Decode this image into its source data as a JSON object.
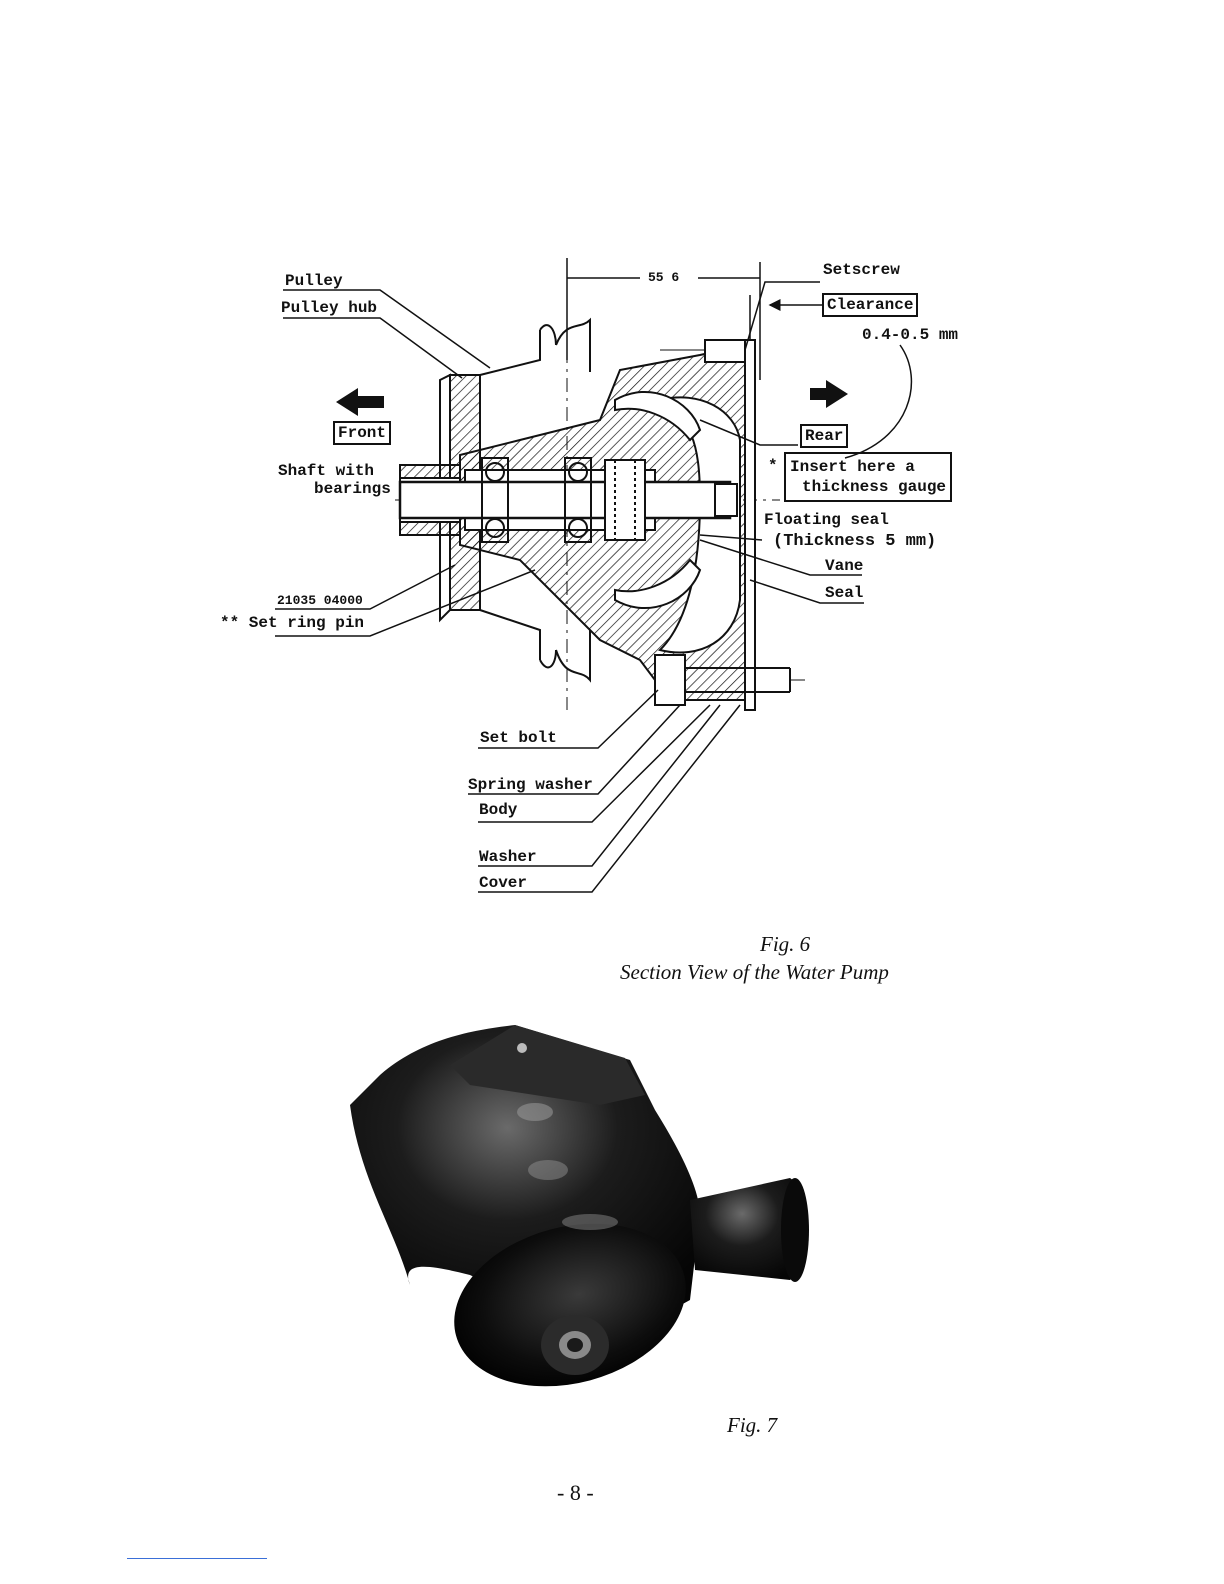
{
  "fig6": {
    "labels": {
      "pulley": "Pulley",
      "pulley_hub": "Pulley hub",
      "front": "Front",
      "shaft_with": "Shaft with",
      "bearings": "bearings",
      "part_no": "21035 04000",
      "set_ring_pin": "** Set ring pin",
      "dimension": "55 6",
      "setscrew": "Setscrew",
      "clearance": "Clearance",
      "clearance_value": "0.4-0.5 mm",
      "rear": "Rear",
      "star": "*",
      "insert_line1": "Insert here a",
      "insert_line2": "thickness gauge",
      "floating_seal": "Floating seal",
      "thickness": "(Thickness 5 mm)",
      "vane": "Vane",
      "seal": "Seal",
      "set_bolt": "Set bolt",
      "spring_washer": "Spring washer",
      "body": "Body",
      "washer": "Washer",
      "cover": "Cover"
    },
    "caption_number": "Fig. 6",
    "caption_title": "Section View of the Water Pump"
  },
  "fig7": {
    "caption_number": "Fig. 7"
  },
  "page_number": "- 8 -"
}
